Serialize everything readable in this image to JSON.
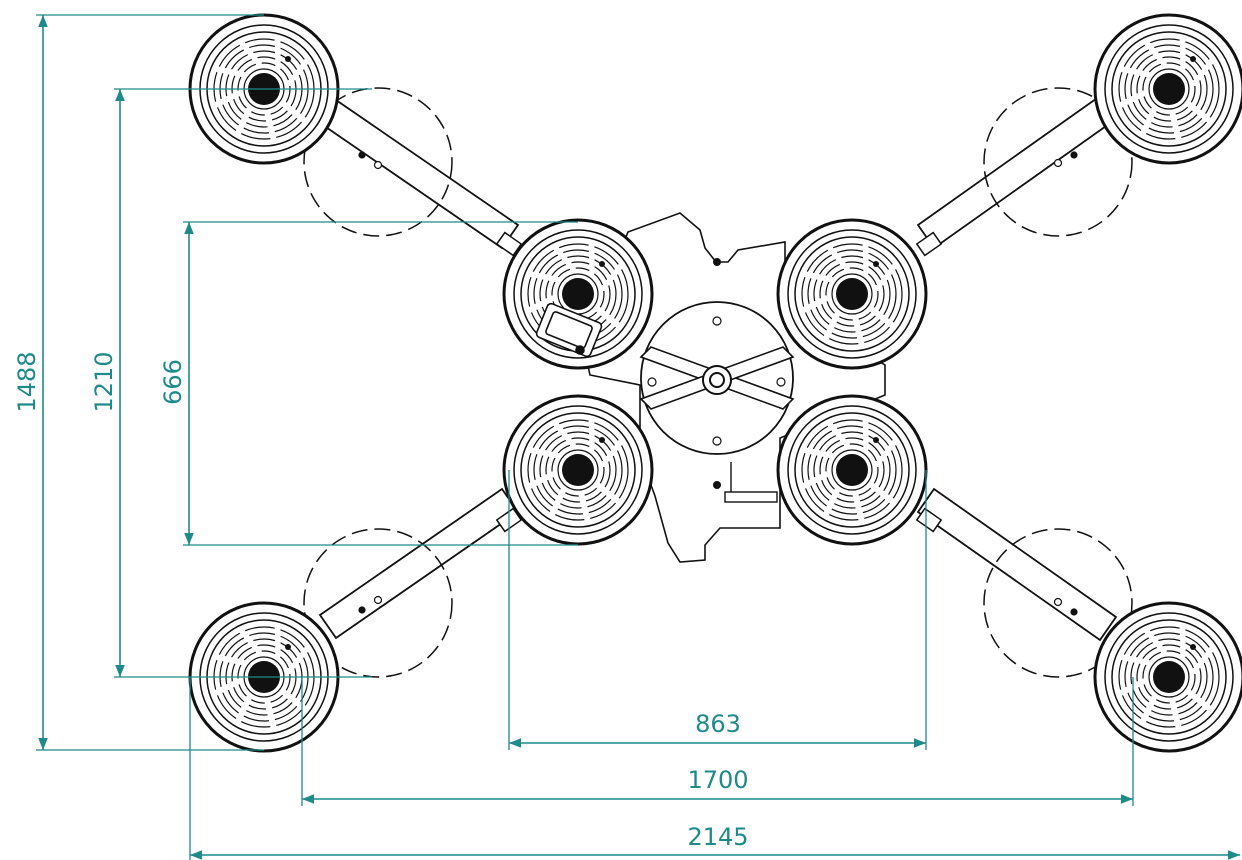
{
  "colors": {
    "dimension": "#1f8a8a",
    "outline": "#111111",
    "background": "#ffffff"
  },
  "dimensions": {
    "vertical_total": "1488",
    "vertical_outer_pads": "1210",
    "vertical_inner_pads": "666",
    "horizontal_inner_pads": "863",
    "horizontal_outer_pads": "1700",
    "horizontal_total": "2145"
  },
  "icons": {
    "suction_pad": "suction-pad-icon",
    "swing_arm": "swing-arm-icon",
    "central_hub": "rotation-hub-icon",
    "control_valve": "control-valve-icon"
  }
}
